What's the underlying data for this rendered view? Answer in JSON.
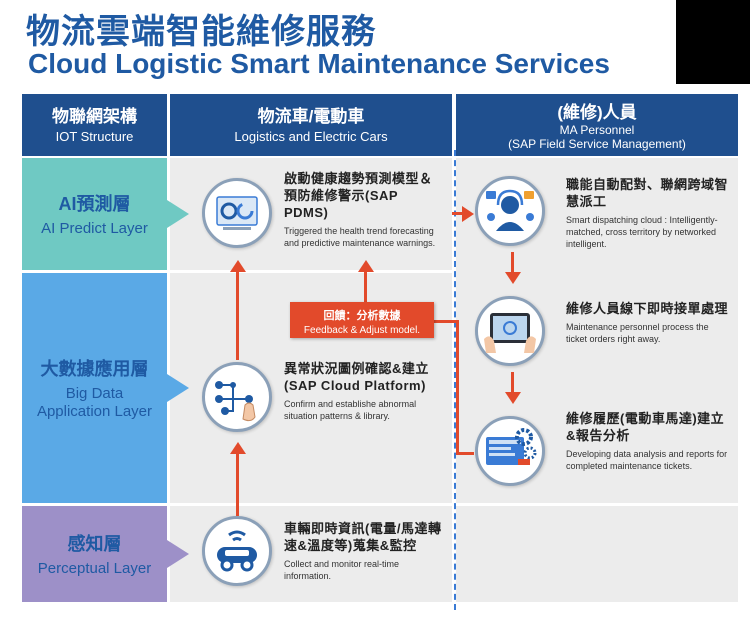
{
  "header": {
    "title_zh": "物流雲端智能維修服務",
    "title_en": "Cloud Logistic Smart Maintenance Services"
  },
  "columns": [
    {
      "zh": "物聯網架構",
      "en": "IOT Structure"
    },
    {
      "zh": "物流車/電動車",
      "en": "Logistics and Electric Cars"
    },
    {
      "zh": "(維修)人員",
      "en": "MA Personnel",
      "en2": "(SAP Field Service Management)"
    }
  ],
  "layers": [
    {
      "zh": "AI預測層",
      "en": "AI Predict Layer"
    },
    {
      "zh": "大數據應用層",
      "en": "Big Data Application Layer"
    },
    {
      "zh": "感知層",
      "en": "Perceptual Layer"
    }
  ],
  "steps": {
    "predict": {
      "zh": "啟動健康趨勢預測模型＆預防維修警示(SAP PDMS)",
      "en": "Triggered the health trend forecasting and predictive maintenance warnings."
    },
    "confirm": {
      "zh": "異常狀況圖例確認&建立(SAP Cloud Platform)",
      "en": "Confirm and establishe abnormal situation patterns & library."
    },
    "collect": {
      "zh": "車輛即時資訊(電量/馬達轉速&溫度等)蒐集&監控",
      "en": "Collect and monitor real-time information."
    },
    "dispatch": {
      "zh": "職能自動配對、聯網跨域智慧派工",
      "en": "Smart dispatching cloud : Intelligently-matched, cross territory by networked intelligent."
    },
    "accept": {
      "zh": "維修人員線下即時接單處理",
      "en": "Maintenance personnel process the ticket orders right away."
    },
    "history": {
      "zh": "維修履歷(電動車馬達)建立&報告分析",
      "en": "Developing data analysis and reports for completed maintenance tickets."
    }
  },
  "feedback": {
    "zh": "回饋：分析數據",
    "en": "Feedback & Adjust model."
  },
  "colors": {
    "brand_blue": "#1f4f8e",
    "teal": "#6fc9c3",
    "blue": "#5aa9e6",
    "purple": "#9d90c8",
    "red": "#e24a2b"
  }
}
